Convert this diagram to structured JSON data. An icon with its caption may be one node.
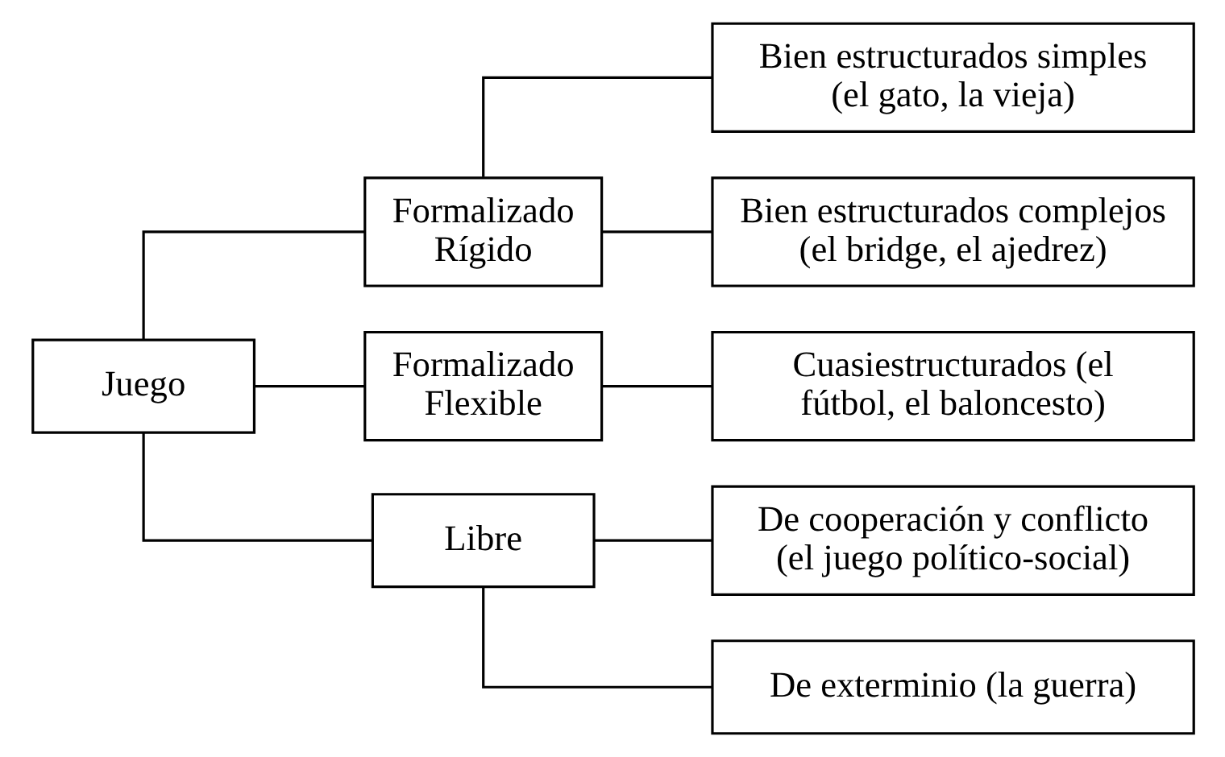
{
  "diagram": {
    "nodes": [
      {
        "text": [
          "Juego"
        ]
      },
      {
        "text": [
          "Formalizado Rígido"
        ]
      },
      {
        "text": [
          "Formalizado Flexible"
        ]
      },
      {
        "text": [
          "Libre"
        ]
      },
      {
        "text": [
          "Bien estructurados simples (el gato, la vieja)"
        ]
      },
      {
        "text": [
          "Bien estructurados complejos (el bridge, el ajedrez)"
        ]
      },
      {
        "text": [
          "Cuasiestructurados (el fútbol, el baloncesto)"
        ]
      },
      {
        "text": [
          "De cooperación y conflicto (el juego político-social)"
        ]
      },
      {
        "text": [
          "De exterminio (la guerra)"
        ]
      }
    ],
    "edges": [
      {
        "from": 0,
        "to": 1,
        "arrow": "none"
      },
      {
        "from": 0,
        "to": 2,
        "arrow": "none"
      },
      {
        "from": 0,
        "to": 3,
        "arrow": "none"
      },
      {
        "from": 1,
        "to": 4,
        "arrow": "none"
      },
      {
        "from": 1,
        "to": 5,
        "arrow": "none"
      },
      {
        "from": 2,
        "to": 6,
        "arrow": "none"
      },
      {
        "from": 3,
        "to": 7,
        "arrow": "none"
      },
      {
        "from": 3,
        "to": 8,
        "arrow": "none"
      }
    ]
  }
}
